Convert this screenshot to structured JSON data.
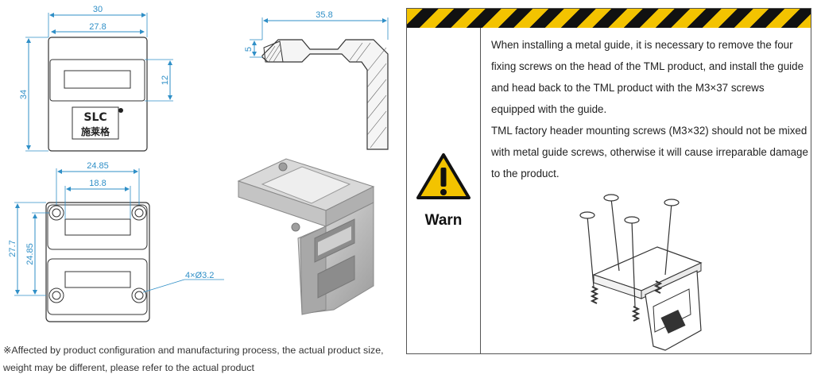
{
  "dimensions": {
    "top_view": {
      "width_outer": "30",
      "width_inner": "27.8",
      "height": "34",
      "window_height": "12"
    },
    "side_view": {
      "width": "35.8",
      "thickness": "5"
    },
    "bottom_view": {
      "width_outer": "24.85",
      "width_inner": "18.8",
      "height_outer": "27.7",
      "height_inner": "24.85",
      "holes": "4×Ø3.2"
    }
  },
  "logo": {
    "brand": "SLC",
    "chinese": "施莱格"
  },
  "note": {
    "text": "※Affected by product configuration and manufacturing process, the actual product size, weight may be different, please refer to the actual product"
  },
  "warning": {
    "label": "Warn",
    "paragraphs": [
      "When installing a metal guide, it is necessary to remove the four fixing screws on the head of the TML product, and install the guide and head back to the TML product with the M3×37 screws equipped with the guide.",
      "TML factory header mounting screws (M3×32) should not be mixed with metal guide screws, otherwise it will cause irreparable damage to the product."
    ]
  },
  "colors": {
    "dimension": "#2f8fc7",
    "stripe_yellow": "#f3c300",
    "stripe_black": "#111111"
  }
}
